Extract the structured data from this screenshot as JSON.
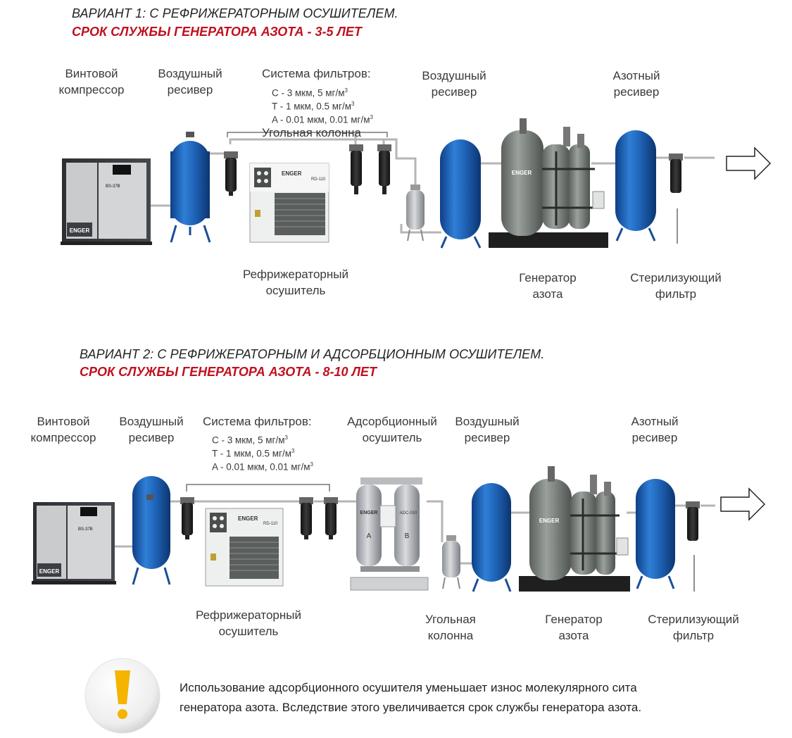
{
  "variant1": {
    "title": "ВАРИАНТ 1: С РЕФРИЖЕРАТОРНЫМ ОСУШИТЕЛЕМ.",
    "lifetime": "СРОК СЛУЖБЫ ГЕНЕРАТОРА АЗОТА  -  3-5 ЛЕТ",
    "labels": {
      "compressor": [
        "Винтовой",
        "компрессор"
      ],
      "receiver_air_1": [
        "Воздушный",
        "ресивер"
      ],
      "filters_title": "Система фильтров:",
      "filter_c": "C - 3 мкм, 5 мг/м",
      "filter_t": "T - 1 мкм, 0.5 мг/м",
      "filter_a": "A - 0.01 мкм, 0.01 мг/м",
      "carbon": "Угольная колонна",
      "receiver_air_2": [
        "Воздушный",
        "ресивер"
      ],
      "receiver_n2": [
        "Азотный",
        "ресивер"
      ],
      "dryer": [
        "Рефрижераторный",
        "осушитель"
      ],
      "generator": [
        "Генератор",
        "азота"
      ],
      "sterile": [
        "Стерилизующий",
        "фильтр"
      ]
    },
    "equipment_text": {
      "compressor_brand": "ENGER",
      "compressor_model": "BS-37B",
      "dryer_brand": "ENGER",
      "dryer_model": "RD-110",
      "generator_brand": "ENGER"
    }
  },
  "variant2": {
    "title": "ВАРИАНТ 2: С РЕФРИЖЕРАТОРНЫМ И АДСОРБЦИОННЫМ ОСУШИТЕЛЕМ.",
    "lifetime": "СРОК СЛУЖБЫ ГЕНЕРАТОРА АЗОТА  -  8-10 ЛЕТ",
    "labels": {
      "compressor": [
        "Винтовой",
        "компрессор"
      ],
      "receiver_air_1": [
        "Воздушный",
        "ресивер"
      ],
      "filters_title": "Система фильтров:",
      "filter_c": "C - 3 мкм, 5 мг/м",
      "filter_t": "T - 1 мкм, 0.5 мг/м",
      "filter_a": "A - 0.01 мкм, 0.01 мг/м",
      "adsorption": [
        "Адсорбционный",
        "осушитель"
      ],
      "receiver_air_2": [
        "Воздушный",
        "ресивер"
      ],
      "receiver_n2": [
        "Азотный",
        "ресивер"
      ],
      "dryer": [
        "Рефрижераторный",
        "осушитель"
      ],
      "carbon": [
        "Угольная",
        "колонна"
      ],
      "generator": [
        "Генератор",
        "азота"
      ],
      "sterile": [
        "Стерилизующий",
        "фильтр"
      ]
    },
    "equipment_text": {
      "compressor_brand": "ENGER",
      "compressor_model": "BS-37B",
      "dryer_brand": "ENGER",
      "dryer_model": "RD-110",
      "adsorber_brand": "ENGER",
      "adsorber_model": "ADC-010",
      "adsorber_tower_a": "A",
      "adsorber_tower_b": "B",
      "generator_brand": "ENGER"
    }
  },
  "superscript": "3",
  "note": {
    "icon": "exclamation-icon",
    "lines": [
      "Использование адсорбционного осушителя уменьшает износ молекулярного сита",
      "генератора азота. Вследствие этого увеличивается срок службы генератора азота."
    ]
  },
  "colors": {
    "accent_red": "#c0101e",
    "tank_blue": "#1f64b8",
    "compressor_dark": "#3b3e42",
    "generator_gray": "#7a7f7b",
    "pipe": "#b5b5b5"
  }
}
